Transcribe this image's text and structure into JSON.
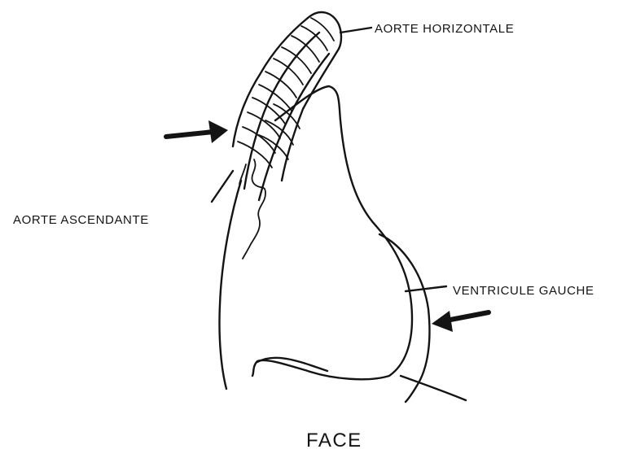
{
  "labels": {
    "aorte_horizontale": "AORTE HORIZONTALE",
    "aorte_ascendante": "AORTE ASCENDANTE",
    "ventricule_gauche": "VENTRICULE GAUCHE",
    "caption": "FACE"
  },
  "colors": {
    "ink": "#141414",
    "background": "#ffffff"
  }
}
